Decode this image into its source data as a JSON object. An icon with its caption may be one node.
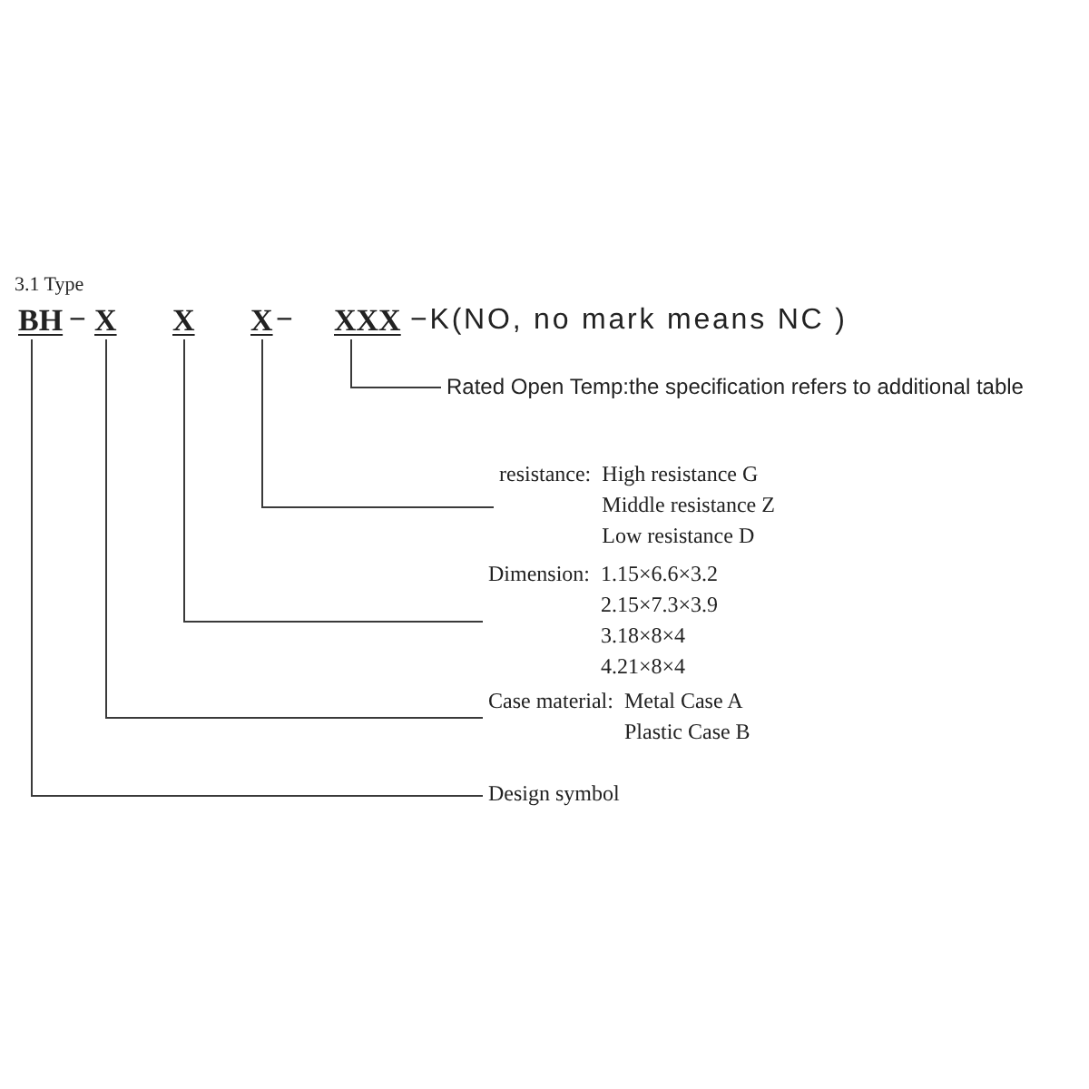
{
  "diagram": {
    "title": "3.1 Type",
    "nodes": [
      {
        "text": [
          "BH"
        ]
      },
      {
        "text": [
          "X"
        ]
      },
      {
        "text": [
          "X"
        ]
      },
      {
        "text": [
          "X"
        ]
      },
      {
        "text": [
          "XXX"
        ]
      },
      {
        "text": [
          "Rated Open Temp:the specification refers to additional table"
        ]
      },
      {
        "text": [
          "resistance:",
          "High resistance G",
          "Middle resistance Z",
          "Low resistance D"
        ]
      },
      {
        "text": [
          "Dimension:",
          "1.15×6.6×3.2",
          "2.15×7.3×3.9",
          "3.18×8×4",
          "4.21×8×4"
        ]
      },
      {
        "text": [
          "Case material:",
          "Metal Case A",
          "Plastic Case B"
        ]
      },
      {
        "text": [
          "Design symbol"
        ]
      }
    ],
    "edges": [
      {
        "from": 4,
        "to": 5,
        "arrow": "none"
      },
      {
        "from": 3,
        "to": 6,
        "arrow": "none"
      },
      {
        "from": 2,
        "to": 7,
        "arrow": "none"
      },
      {
        "from": 1,
        "to": 8,
        "arrow": "none"
      },
      {
        "from": 0,
        "to": 9,
        "arrow": "none"
      }
    ],
    "labels": [
      "−",
      "−",
      "−K(NO, no mark means NC )"
    ]
  }
}
